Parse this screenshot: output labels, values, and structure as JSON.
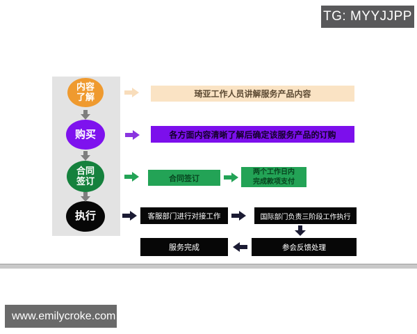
{
  "watermarks": {
    "tg": "TG: MYYJJPP",
    "site": "www.emilycroke.com"
  },
  "colors": {
    "orange": "#EF9A2F",
    "cream_arrow": "#F8DDBB",
    "cream_banner": "#FAE3C4",
    "cream_banner_text": "#5C4A33",
    "purple_circle": "#7E12EE",
    "purple_arrow": "#8A35E0",
    "purple_banner": "#7C0FEC",
    "purple_banner_text": "#13002A",
    "green_circle": "#15813D",
    "green_box": "#23A356",
    "green_box_text": "#07441F",
    "black_box": "#070707",
    "dark_arrow": "#1B1B33",
    "gray_arrow": "#7E7E7E",
    "panel": "#E3E3E3",
    "tg_box": "#59595B",
    "site_box": "#6A6A6A",
    "bottom_bar": "#C9C9C9",
    "white": "#FFFFFF"
  },
  "flow": {
    "stages": [
      {
        "label": "内容\n了解"
      },
      {
        "label": "购买"
      },
      {
        "label": "合同\n签订"
      },
      {
        "label": "执行"
      }
    ],
    "row1_banner": "琦亚工作人员讲解服务产品内容",
    "row2_banner": "各方面内容清晰了解后确定该服务产品的订购",
    "row3_box1": "合同签订",
    "row3_box2": "两个工作日内\n完成款项支付",
    "row4_box1": "客服部门进行对接工作",
    "row4_box2": "国际部门负责三阶段工作执行",
    "row5_box1": "服务完成",
    "row5_box2": "参会反馈处理"
  }
}
